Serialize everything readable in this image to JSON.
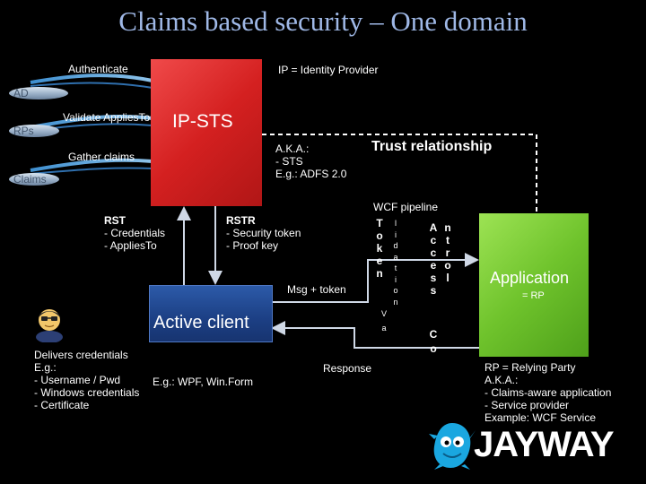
{
  "title": "Claims based security – One domain",
  "ip_box": {
    "label": "IP-STS",
    "color": "#d42020"
  },
  "client_box": {
    "label": "Active client",
    "color": "#1c3f84"
  },
  "app_box": {
    "label": "Application",
    "sublabel": "= RP",
    "color": "#6fc32c"
  },
  "stores": {
    "ad": "AD",
    "rps": "RPs",
    "claims": "Claims"
  },
  "labels": {
    "authenticate": "Authenticate",
    "ip_identity": "IP = Identity Provider",
    "validate": "Validate AppliesTo",
    "gather": "Gather claims",
    "aka_ip": [
      "A.K.A.:",
      "- STS",
      "E.g.: ADFS 2.0"
    ],
    "trust": "Trust relationship",
    "wcf": "WCF pipeline",
    "rst_title": "RST",
    "rst_items": [
      "- Credentials",
      "- AppliesTo"
    ],
    "rstr_title": "RSTR",
    "rstr_items": [
      "- Security token",
      "- Proof key"
    ],
    "msg_token": "Msg + token",
    "response": "Response",
    "delivers": [
      "Delivers credentials",
      "E.g.:",
      "- Username / Pwd",
      "- Windows credentials",
      "- Certificate"
    ],
    "eg_wpf": "E.g.: WPF, Win.Form",
    "rp_desc": [
      "RP = Relying Party",
      "A.K.A.:",
      "- Claims-aware application",
      "- Service provider",
      "Example: WCF Service"
    ]
  },
  "pipeline": {
    "token_validation": {
      "col1": [
        "T",
        "o",
        "k",
        "e",
        "n"
      ],
      "col2": [
        "l",
        "i",
        "d",
        "a",
        "t",
        "i",
        "o",
        "n"
      ],
      "tail": "V",
      "tail2": "a"
    },
    "access_control": {
      "col1": [
        "A",
        "c",
        "c",
        "e",
        "s",
        "s"
      ],
      "col2": [
        "n",
        "t",
        "r",
        "o",
        "l"
      ],
      "tail": "C",
      "tail2": "o"
    }
  },
  "logo": {
    "text": "JAYWAY",
    "mascot_color": "#1aa7e0"
  }
}
